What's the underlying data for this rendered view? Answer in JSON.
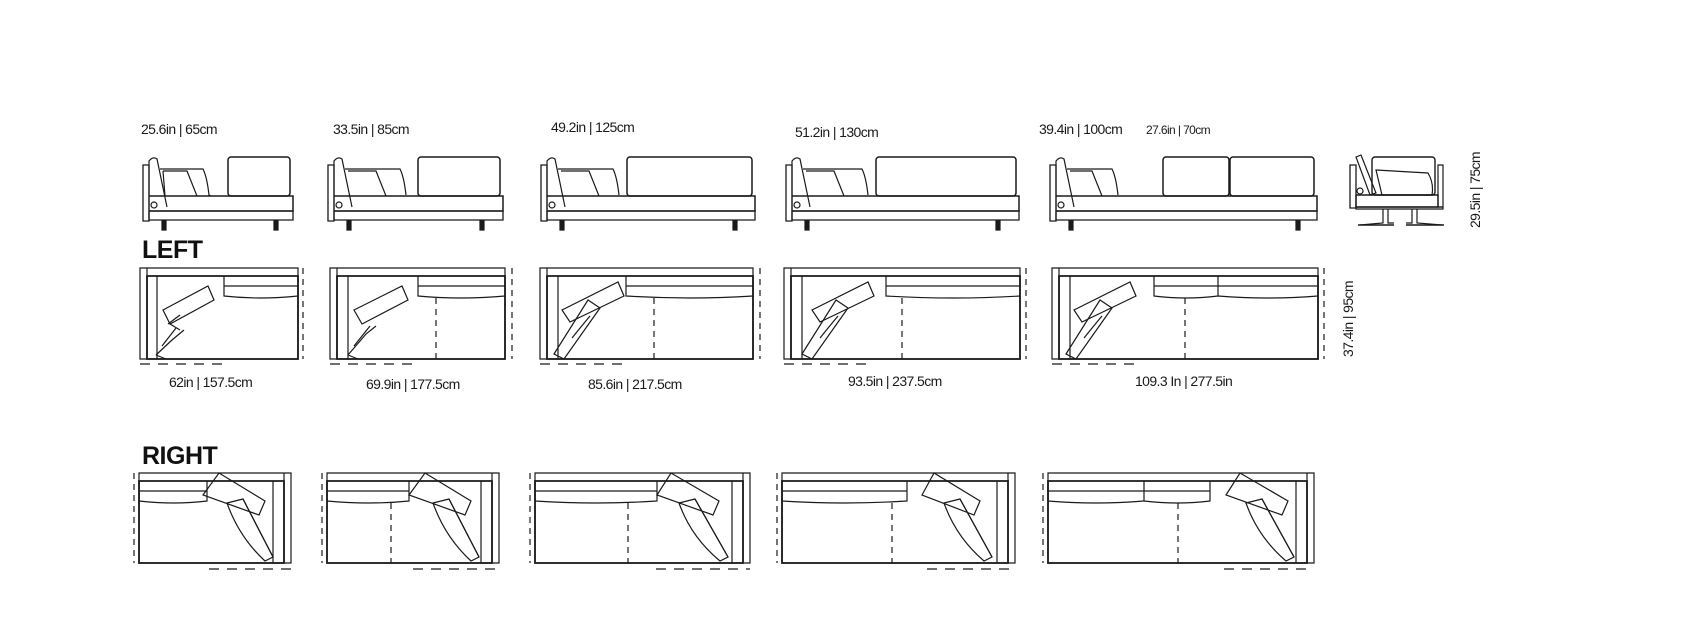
{
  "diagram": {
    "type": "sofa-configuration-dimension-sheet",
    "colors": {
      "line": "#1a1a1a",
      "background": "#ffffff"
    },
    "elevations": {
      "width_labels": [
        {
          "text": "25.6in | 65cm"
        },
        {
          "text": "33.5in | 85cm"
        },
        {
          "text": "49.2in | 125cm"
        },
        {
          "text": "51.2in | 130cm"
        },
        {
          "text": "39.4in | 100cm"
        },
        {
          "text": "27.6in | 70cm"
        }
      ],
      "height_label": "29.5in |  75cm"
    },
    "sections": {
      "left": {
        "heading": "LEFT",
        "depth_label": "37.4in | 95cm",
        "overall_widths": [
          "62in | 157.5cm",
          "69.9in | 177.5cm",
          "85.6in | 217.5cm",
          "93.5in | 237.5cm",
          "109.3 In | 277.5in"
        ]
      },
      "right": {
        "heading": "RIGHT"
      }
    }
  }
}
